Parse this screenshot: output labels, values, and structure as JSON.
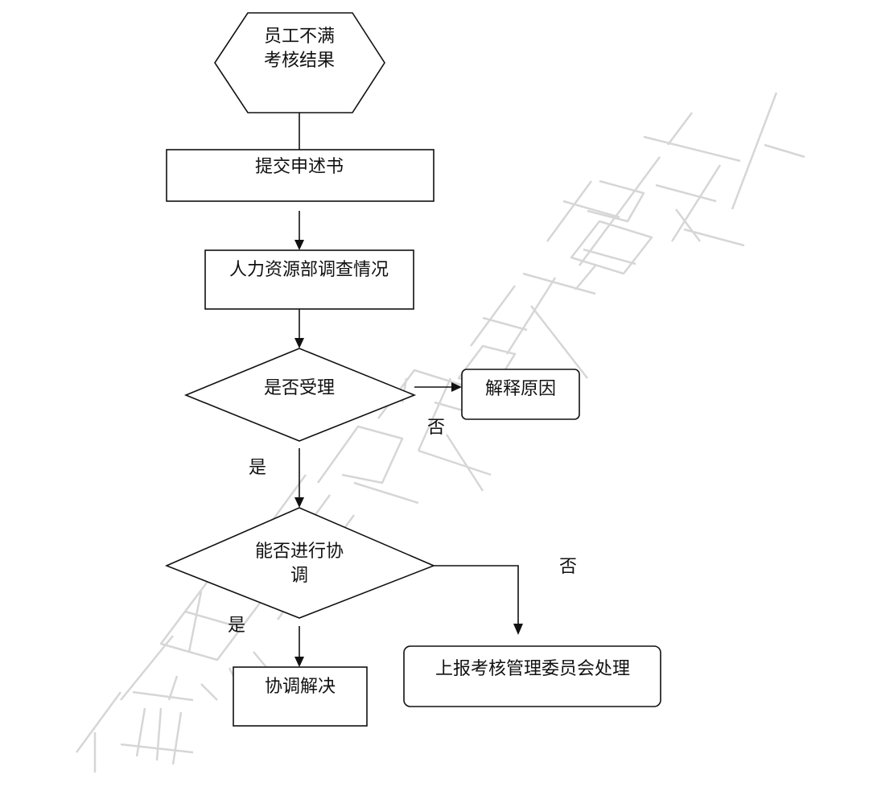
{
  "flowchart": {
    "nodes": {
      "start": {
        "line1": "员工不满",
        "line2": "考核结果"
      },
      "submit": "提交申述书",
      "investigate": "人力资源部调查情况",
      "accept": "是否受理",
      "explain": "解释原因",
      "coordinate": {
        "line1": "能否进行协",
        "line2": "调"
      },
      "resolve": "协调解决",
      "escalate": "上报考核管理委员会处理"
    },
    "edges": {
      "accept_no": "否",
      "accept_yes": "是",
      "coordinate_no": "否",
      "coordinate_yes": "是"
    }
  },
  "watermark": {
    "text": "儒思HR实战智库",
    "color": "#d6d6d6"
  }
}
